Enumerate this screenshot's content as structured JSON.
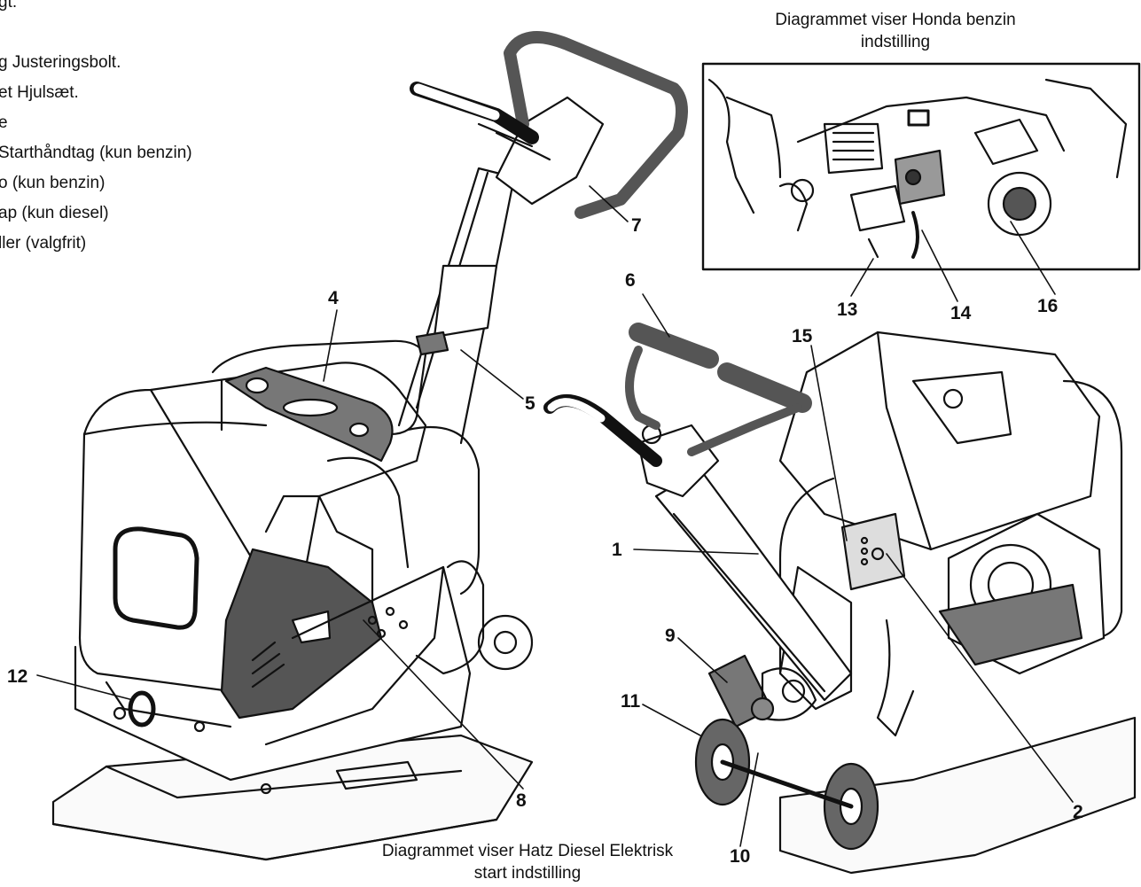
{
  "legend": [
    "gt.",
    "",
    "g Justeringsbolt.",
    "et Hjulsæt.",
    "e",
    "Starthåndtag (kun benzin)",
    "o (kun benzin)",
    "ap (kun diesel)",
    "ller (valgfrit)"
  ],
  "captions": {
    "honda_line1": "Diagrammet viser Honda benzin",
    "honda_line2": "indstilling",
    "hatz_line1": "Diagrammet viser Hatz Diesel Elektrisk",
    "hatz_line2": "start indstilling"
  },
  "callouts": [
    "1",
    "2",
    "4",
    "5",
    "6",
    "7",
    "8",
    "9",
    "10",
    "11",
    "12",
    "13",
    "14",
    "15",
    "16"
  ]
}
